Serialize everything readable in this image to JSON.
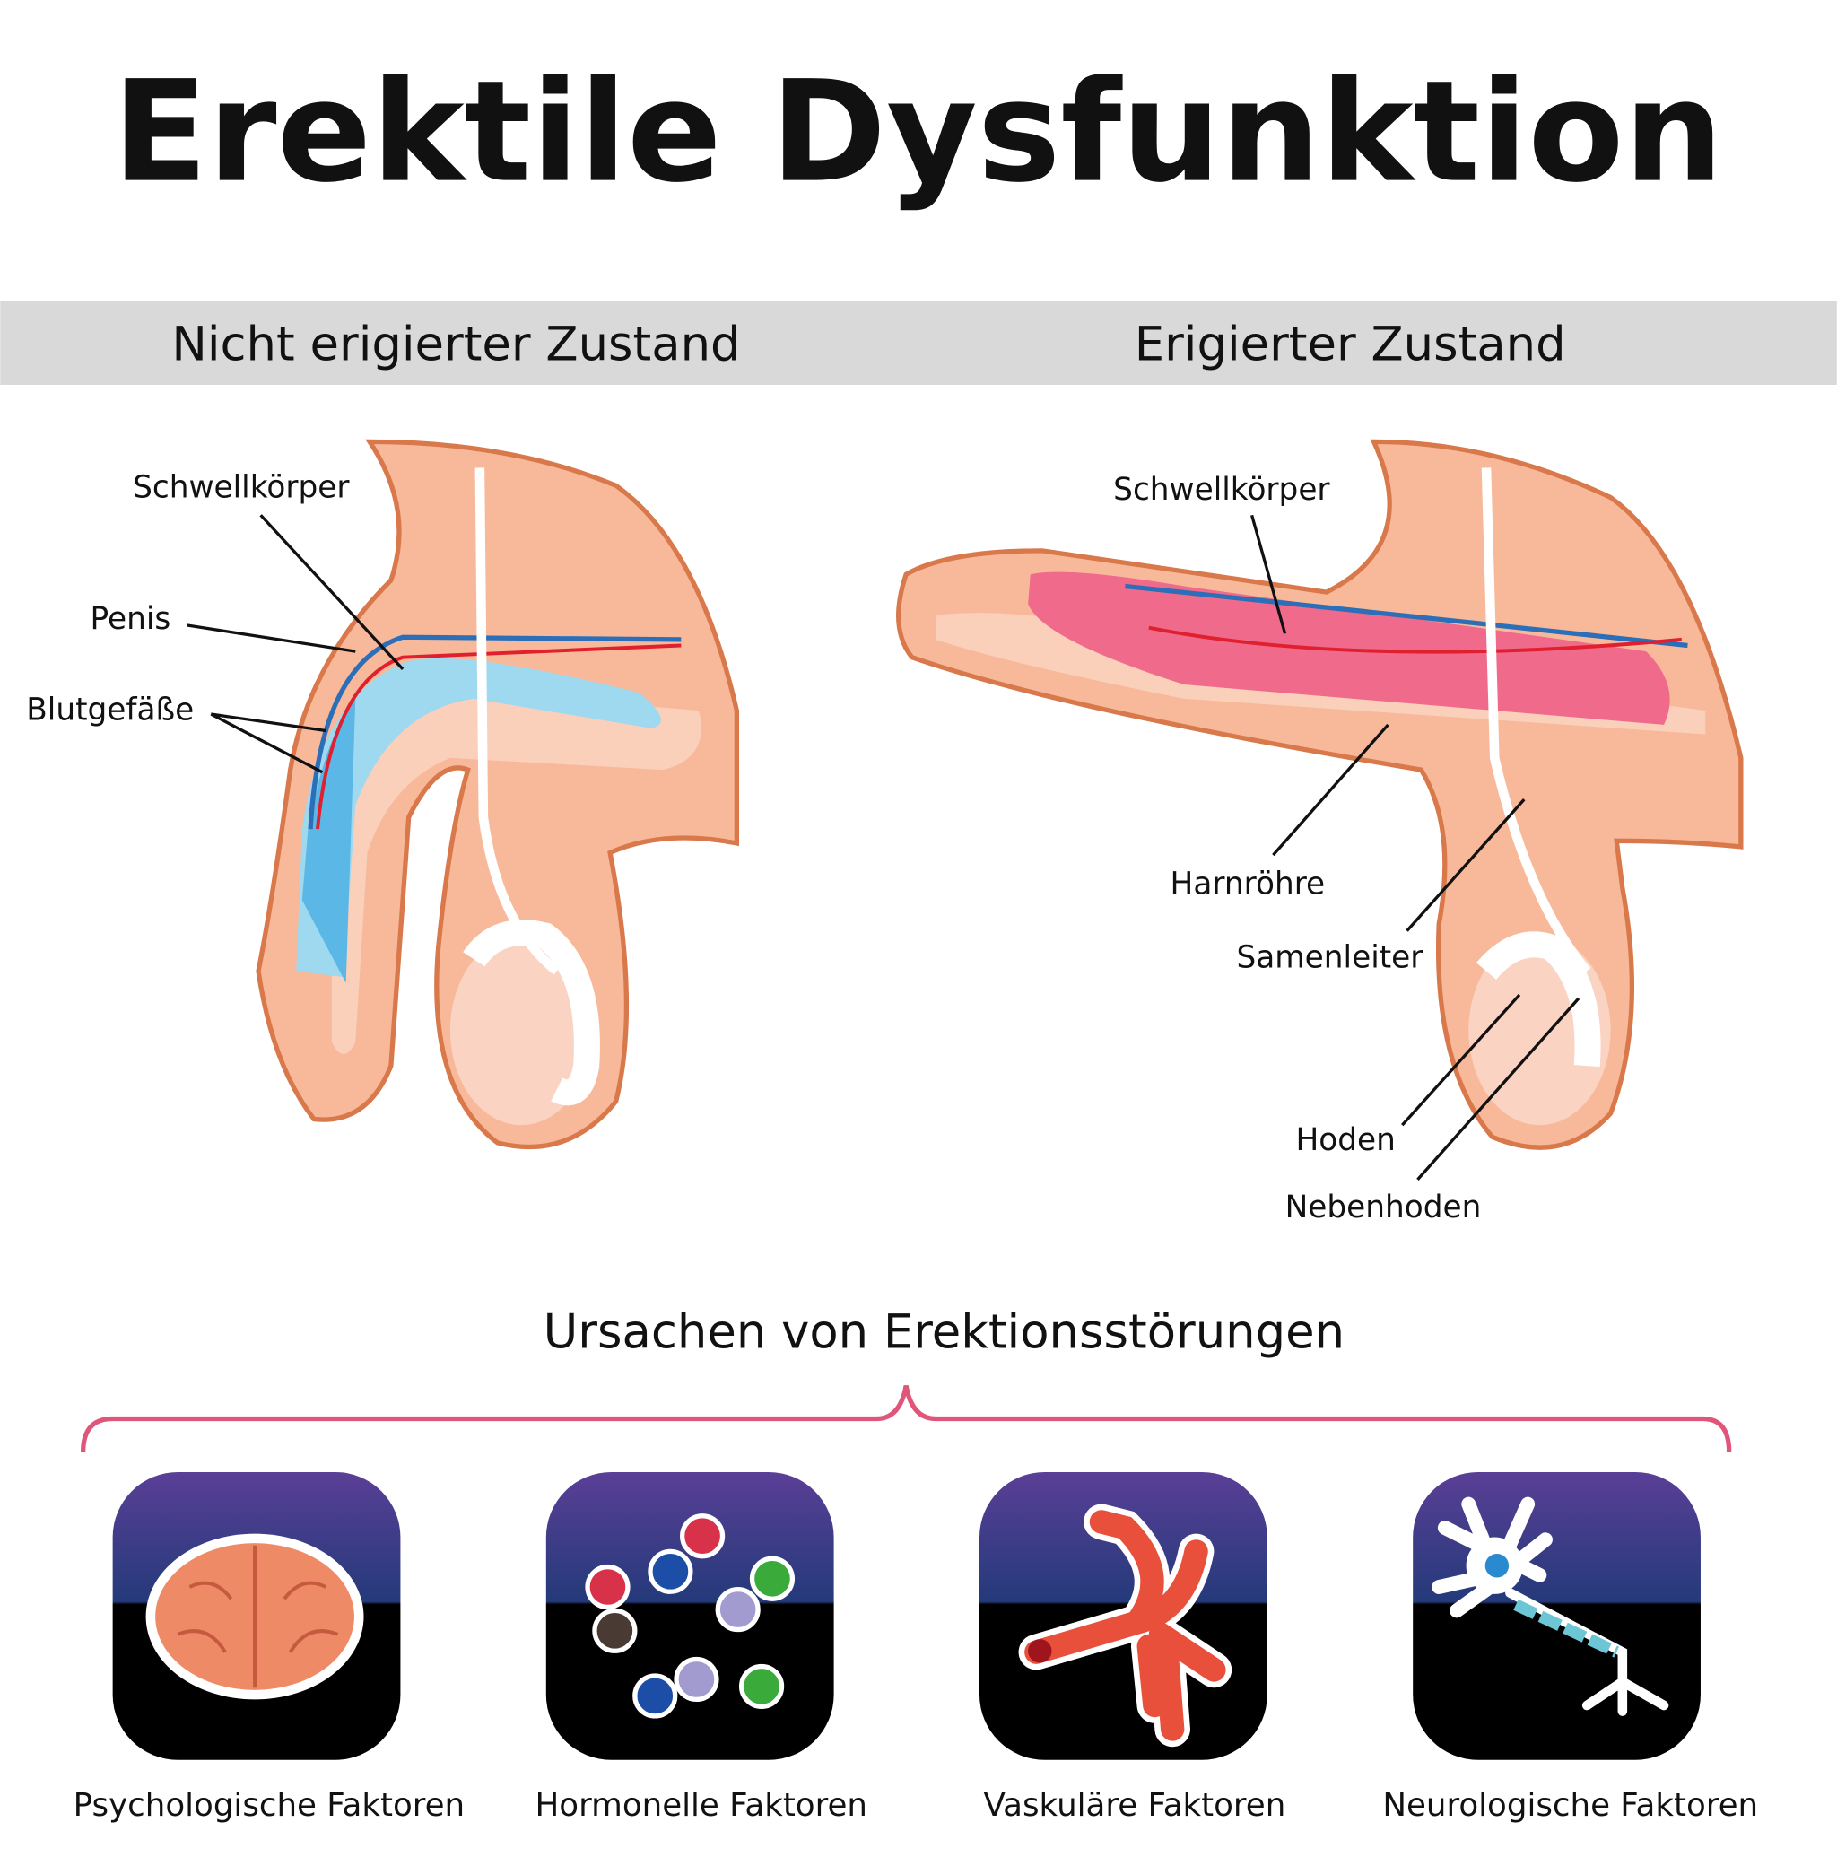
{
  "title": "Erektile Dysfunktion",
  "states": {
    "left": "Nicht erigierter Zustand",
    "right": "Erigierter Zustand"
  },
  "left_labels": {
    "schwellkoerper": "Schwellkörper",
    "penis": "Penis",
    "blutgefaesse": "Blutgefäße"
  },
  "right_labels": {
    "schwellkoerper": "Schwellkörper",
    "harnroehre": "Harnröhre",
    "samenleiter": "Samenleiter",
    "hoden": "Hoden",
    "nebenhoden": "Nebenhoden"
  },
  "causes": {
    "title": "Ursachen von Erektionsstörungen",
    "items": [
      {
        "label": "Psychologische Faktoren",
        "icon": "brain-icon"
      },
      {
        "label": "Hormonelle Faktoren",
        "icon": "hormone-molecules-icon"
      },
      {
        "label": "Vaskuläre Faktoren",
        "icon": "blood-vessel-icon"
      },
      {
        "label": "Neurologische Faktoren",
        "icon": "neuron-icon"
      }
    ],
    "brace_color": "#e0557a"
  }
}
